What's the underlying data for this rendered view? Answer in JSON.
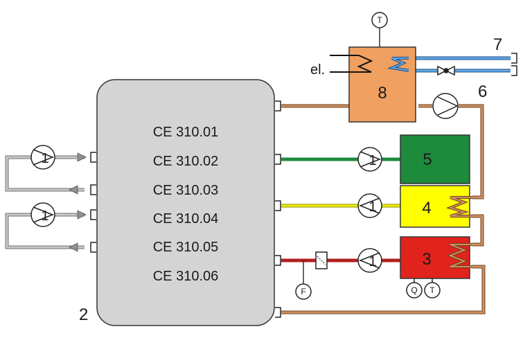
{
  "main_unit": {
    "number": "2",
    "modules": [
      "CE 310.01",
      "CE 310.02",
      "CE 310.03",
      "CE 310.04",
      "CE 310.05",
      "CE 310.06"
    ],
    "fill": "#d4d4d4"
  },
  "boxes": {
    "tank_8": {
      "label": "8",
      "fill": "#f0a060"
    },
    "box_5": {
      "label": "5",
      "fill": "#1e8a3c"
    },
    "box_4": {
      "label": "4",
      "fill": "#ffff00"
    },
    "box_3": {
      "label": "3",
      "fill": "#e0231c"
    }
  },
  "labels": {
    "electric": "el.",
    "line_7": "7",
    "line_6": "6"
  },
  "instruments": {
    "temperature_top": "T",
    "flow": "F",
    "heat_q": "Q",
    "temperature_bottom": "T"
  },
  "pipe_colors": {
    "copper": "#c8885a",
    "green": "#1e8a3c",
    "yellow": "#e8e000",
    "red": "#b02020",
    "grey": "#a0a0a0",
    "blue": "#3a8ad0"
  },
  "icons": [
    "pump-icon",
    "valve-icon",
    "heat-exchanger-icon",
    "electric-heater-icon",
    "connector-icon",
    "flow-meter-icon"
  ]
}
